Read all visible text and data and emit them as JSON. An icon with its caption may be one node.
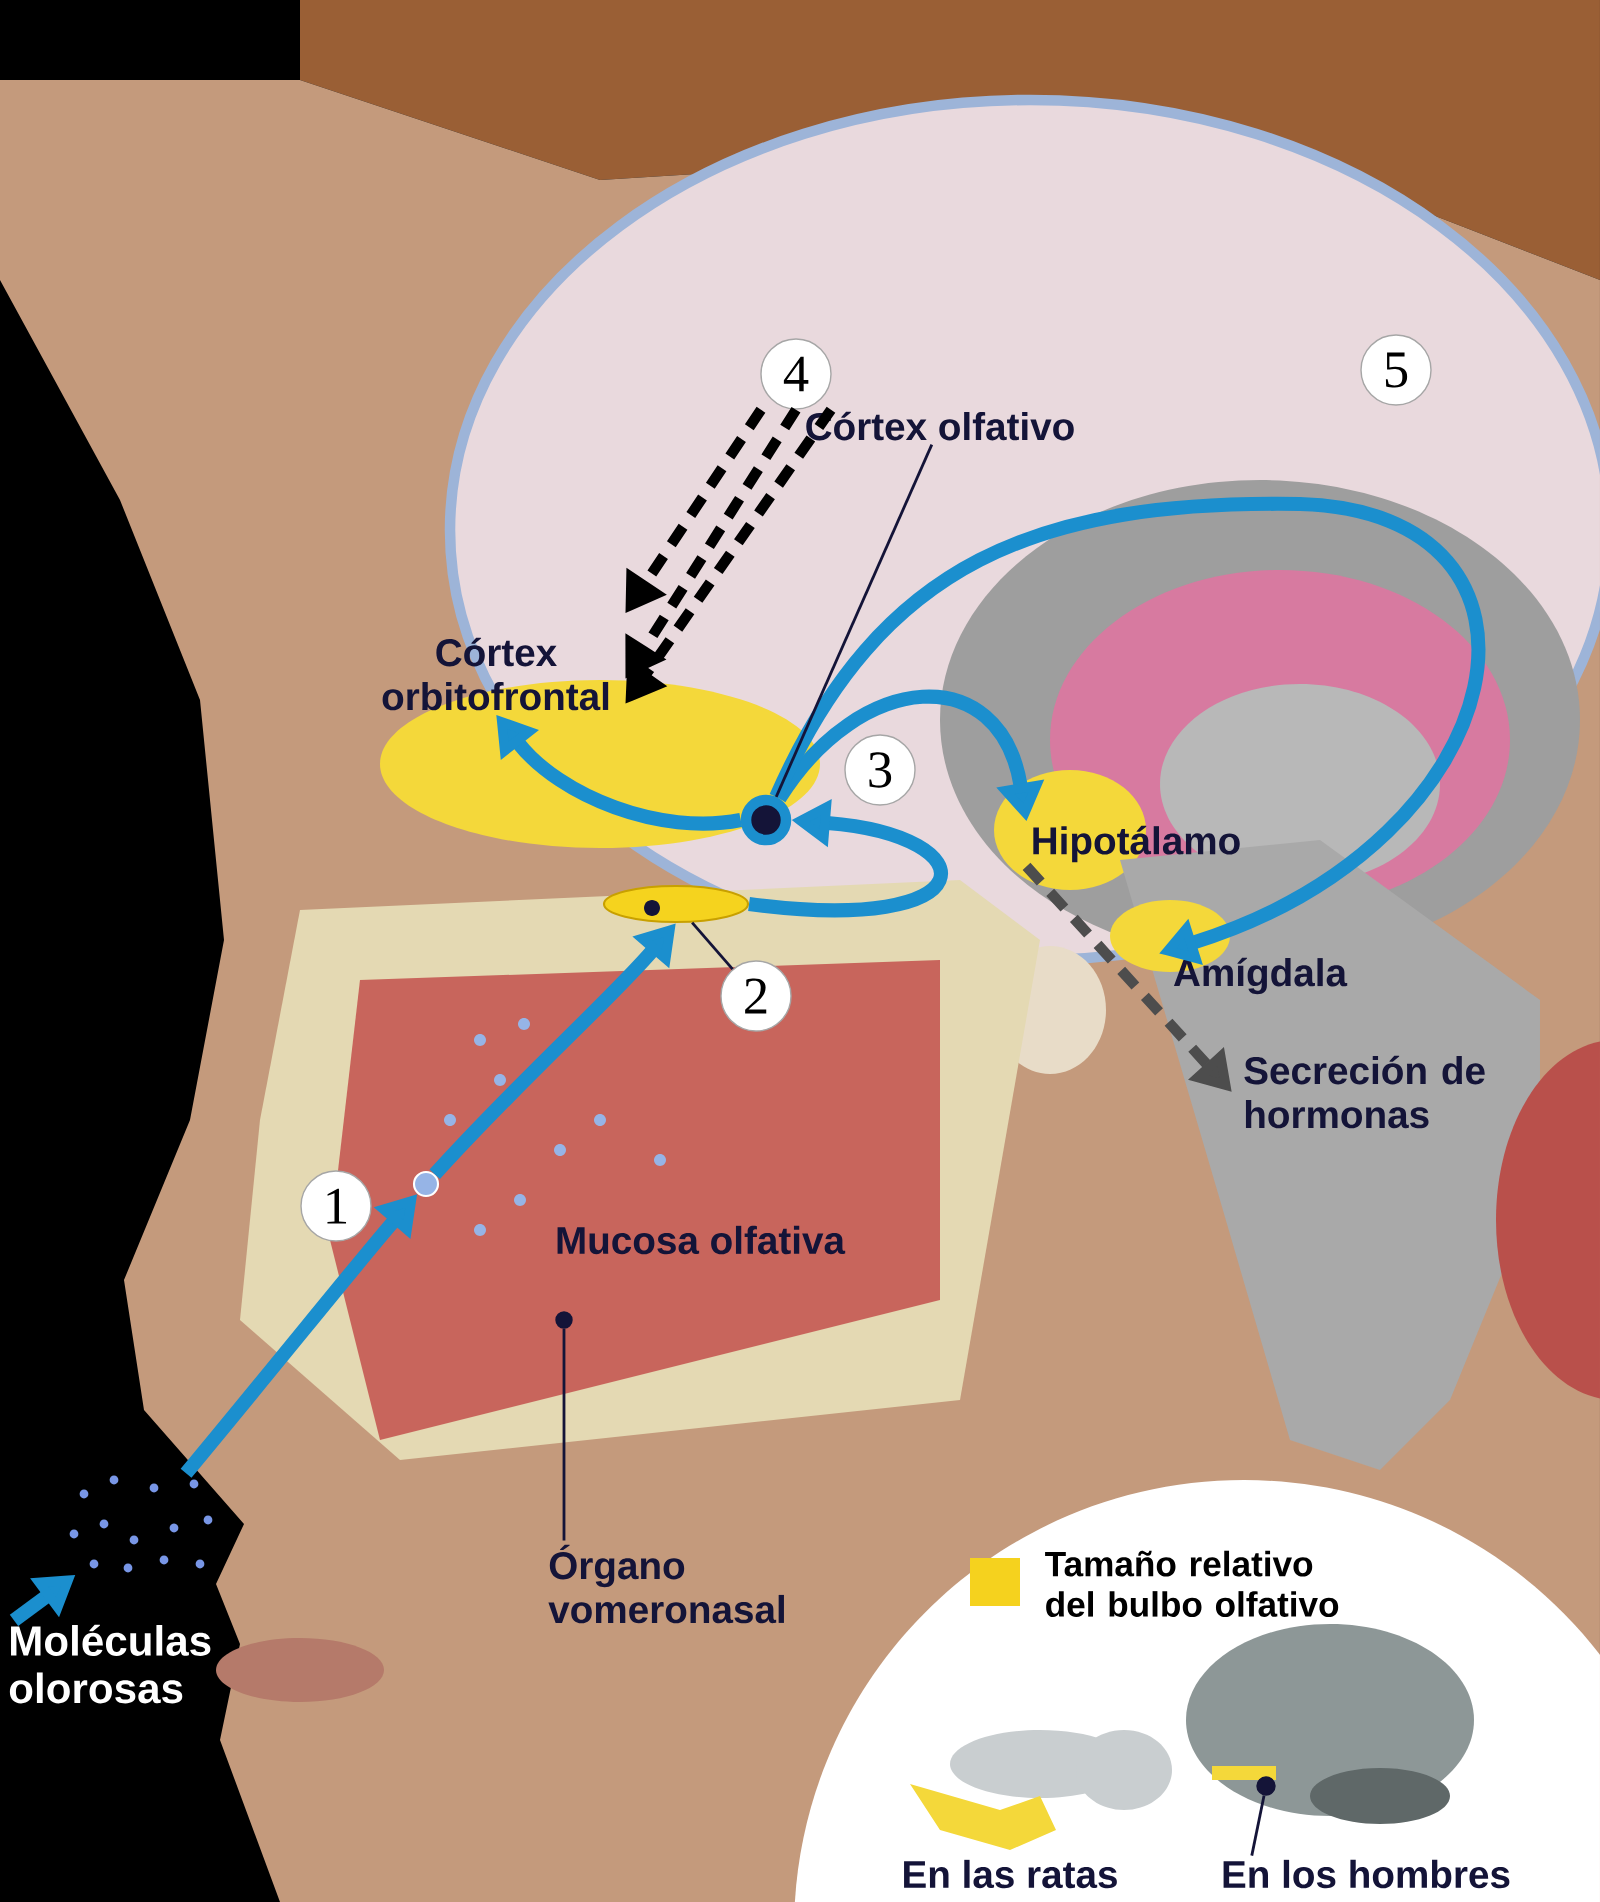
{
  "diagram": {
    "nodes": [
      {
        "text": [],
        "shape": "cloud"
      },
      {
        "text": [],
        "shape": "circle"
      },
      {
        "text": [],
        "shape": "ellipse"
      },
      {
        "text": [],
        "shape": "circle"
      },
      {
        "text": [
          "Córtex orbitofrontal"
        ]
      },
      {
        "text": [
          "Hipotálamo"
        ]
      },
      {
        "text": [
          "Amígdala"
        ]
      },
      {
        "text": [
          "Secreción de hormonas"
        ]
      },
      {
        "text": [
          "Córtex olfativo"
        ]
      },
      {
        "text": [
          "2"
        ]
      },
      {
        "text": [
          "4"
        ]
      },
      {
        "text": [
          "Órgano vomeronasal"
        ]
      },
      {
        "text": [],
        "shape": "circle"
      },
      {
        "text": [
          "En los hombres"
        ]
      },
      {
        "text": [],
        "shape": "circle"
      },
      {
        "text": [
          "Moléculas olorosas"
        ]
      },
      {
        "text": [
          "1"
        ]
      },
      {
        "text": [
          "3"
        ]
      },
      {
        "text": [
          "5"
        ]
      }
    ],
    "edges": [
      {
        "from": 15,
        "to": 0,
        "arrow": "to"
      },
      {
        "from": 0,
        "to": 1,
        "arrow": "to"
      },
      {
        "from": 1,
        "to": 2,
        "arrow": "to"
      },
      {
        "from": 2,
        "to": 3,
        "arrow": "to"
      },
      {
        "from": 3,
        "to": 4,
        "arrow": "to"
      },
      {
        "from": 3,
        "to": 5,
        "arrow": "to"
      },
      {
        "from": 3,
        "to": 6,
        "arrow": "to"
      },
      {
        "from": 5,
        "to": 7,
        "arrow": "to",
        "style": "dashed",
        "color": "#4d4d4d"
      },
      {
        "from": 10,
        "to": 4,
        "arrow": "to",
        "style": "dashed",
        "color": "#000000"
      },
      {
        "from": 10,
        "to": 4,
        "arrow": "to",
        "style": "dashed",
        "color": "#000000"
      },
      {
        "from": 10,
        "to": 4,
        "arrow": "to",
        "style": "dashed",
        "color": "#000000"
      },
      {
        "from": 8,
        "to": 3,
        "arrow": "none",
        "color": "#141438"
      },
      {
        "from": 9,
        "to": 2,
        "arrow": "none",
        "color": "#141438"
      },
      {
        "from": 11,
        "to": 12,
        "arrow": "none",
        "color": "#141438"
      },
      {
        "from": 13,
        "to": 14,
        "arrow": "none",
        "color": "#141438"
      }
    ],
    "labels": [
      "Mucosa olfativa",
      "En las ratas"
    ],
    "legend": [
      {
        "text": "Tamaño relativo del bulbo olfativo",
        "color": "#f5d21e"
      }
    ]
  }
}
